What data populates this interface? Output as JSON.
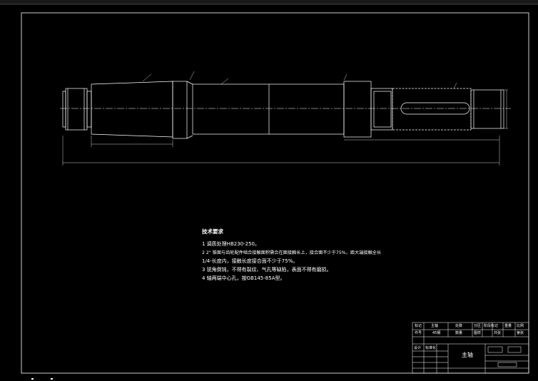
{
  "drawing": {
    "part_name": "主轴",
    "dimensions": {
      "overall_length": "",
      "left_diameter": "",
      "right_diameter": ""
    }
  },
  "tech_requirements": {
    "title": "技术要求",
    "lines": [
      "1  调质处理HB230-250。",
      "2  2\" 锥面与齿轮配件啮合接触面积需合在面接触长上，接合面不少于75%，距大端接触全长",
      "1/4-长度内，接触长度接合面不少于75%。",
      "3  锐角倒钝，不得有裂纹、气孔等缺陷，表面不得有磨损。",
      "4  轴两端中心孔，按GB145-85A型。"
    ]
  },
  "title_block": {
    "row1": [
      "标记",
      "主轴",
      "处数",
      "分区",
      "阶段标记",
      "重量",
      "比例"
    ],
    "row2": [
      "件号",
      "45钢",
      "数量",
      "图样",
      "共张",
      "第张"
    ],
    "row3": [
      "设计",
      "标准化"
    ],
    "part_name": "主轴"
  },
  "colors": {
    "background": "#000000",
    "lines": "#ffffff",
    "frame": "#ffffff"
  }
}
